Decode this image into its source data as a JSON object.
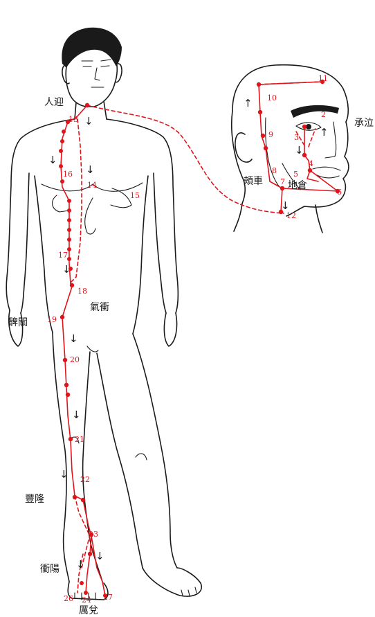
{
  "colors": {
    "meridian": "#e0141b",
    "outline": "#1a1a1a"
  },
  "labels": {
    "renying": "人迎",
    "chengqi": "承泣",
    "jiache": "頰車",
    "dicang": "地倉",
    "qichong": "氣衝",
    "biguan": "髀關",
    "fenglong": "豐隆",
    "chongyang": "衝陽",
    "lidui": "厲兌"
  },
  "points": {
    "p2": "2",
    "p3": "3",
    "p4": "4",
    "p5": "5",
    "p6": "6",
    "p7": "7",
    "p8": "8",
    "p9": "9",
    "p10": "10",
    "p11": "11",
    "p12": "12",
    "p13": "13",
    "p14": "14",
    "p15": "15",
    "p16": "16",
    "p17": "17",
    "p18": "18",
    "p19": "19",
    "p20": "20",
    "p21": "21",
    "p22": "22",
    "p23": "23",
    "p24": "24",
    "p26": "26",
    "p27": "27"
  },
  "arrows": {
    "down": "↓",
    "up": "↑"
  }
}
